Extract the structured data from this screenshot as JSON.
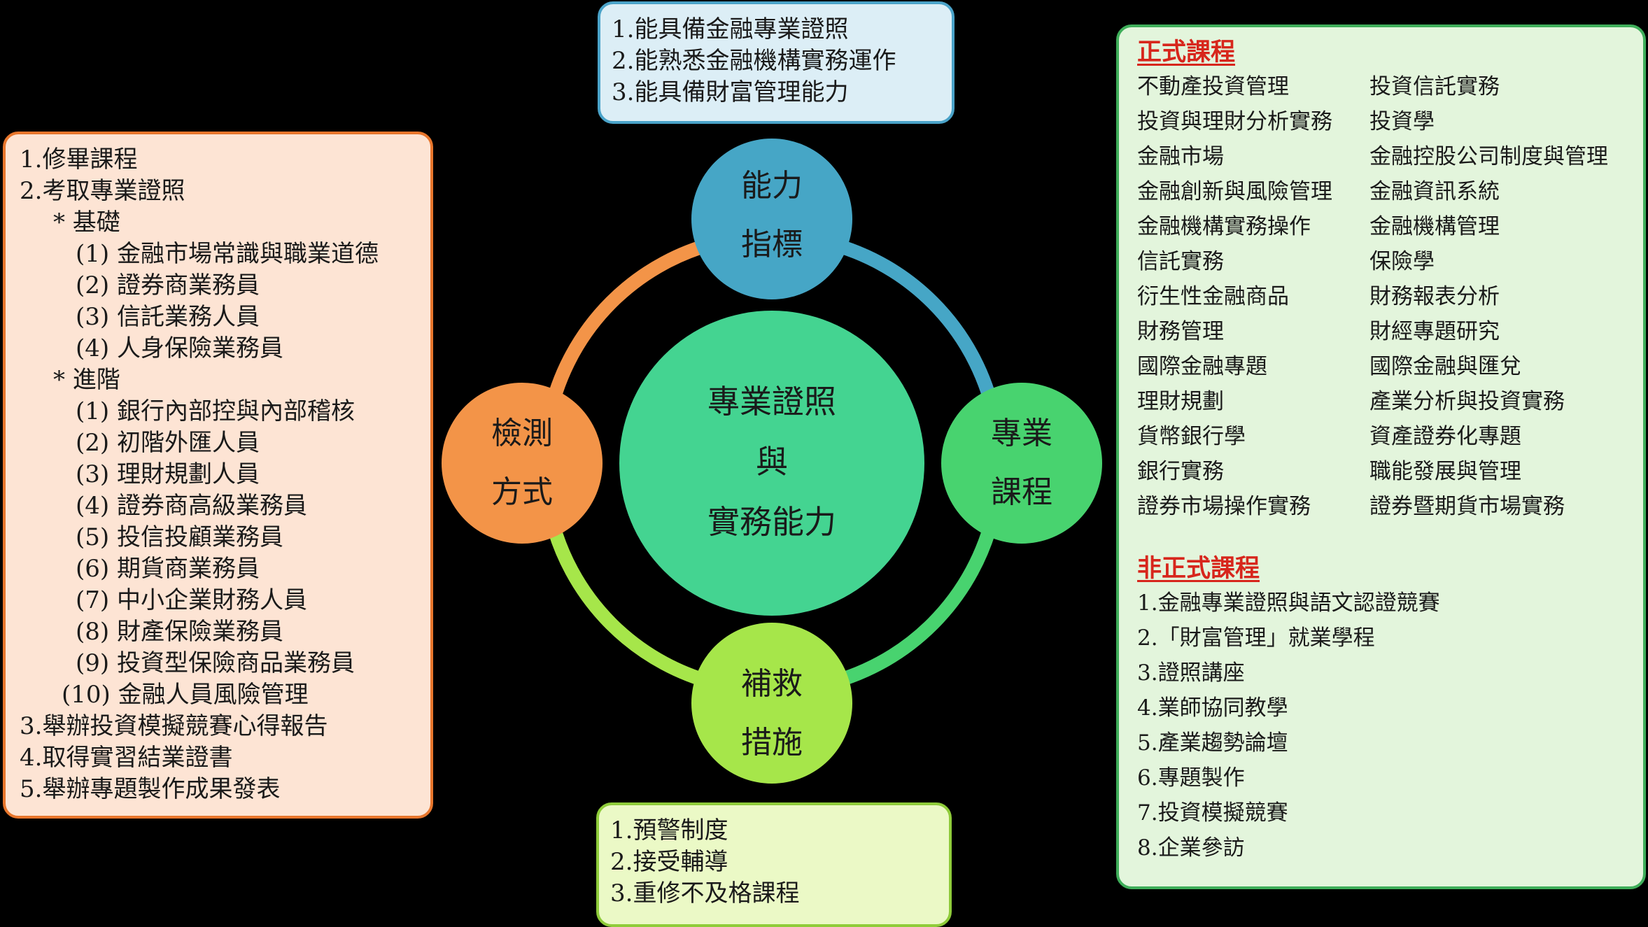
{
  "center": {
    "line1": "專業證照",
    "line2": "與",
    "line3": "實務能力"
  },
  "nodes": {
    "ability": {
      "line1": "能力",
      "line2": "指標"
    },
    "courses": {
      "line1": "專業",
      "line2": "課程"
    },
    "remedy": {
      "line1": "補救",
      "line2": "措施"
    },
    "assessment": {
      "line1": "檢測",
      "line2": "方式"
    }
  },
  "colors": {
    "ability": "#46a6c6",
    "courses": "#48d36f",
    "remedy": "#a6e64a",
    "assessment": "#f39448",
    "center": "#44d491"
  },
  "ability_box": {
    "items": [
      "1.能具備金融專業證照",
      "2.能熟悉金融機構實務運作",
      "3.能具備財富管理能力"
    ]
  },
  "assessment_box": {
    "lines": [
      "1.修畢課程",
      "2.考取專業證照",
      "* 基礎",
      "(1) 金融市場常識與職業道德",
      "(2) 證券商業務員",
      "(3) 信託業務人員",
      "(4) 人身保險業務員",
      "* 進階",
      "(1) 銀行內部控與內部稽核",
      "(2) 初階外匯人員",
      "(3) 理財規劃人員",
      "(4) 證券商高級業務員",
      "(5) 投信投顧業務員",
      "(6) 期貨商業務員",
      "(7) 中小企業財務人員",
      "(8) 財產保險業務員",
      "(9) 投資型保險商品業務員",
      "(10) 金融人員風險管理",
      "3.舉辦投資模擬競賽心得報告",
      "4.取得實習結業證書",
      "5.舉辦專題製作成果發表"
    ]
  },
  "remedy_box": {
    "items": [
      "1.預警制度",
      "2.接受輔導",
      "3.重修不及格課程"
    ]
  },
  "courses_box": {
    "formal_title": "正式課程",
    "formal": [
      [
        "不動產投資管理",
        "投資信託實務"
      ],
      [
        "投資與理財分析實務",
        "投資學"
      ],
      [
        "金融市場",
        "金融控股公司制度與管理"
      ],
      [
        "金融創新與風險管理",
        "金融資訊系統"
      ],
      [
        "金融機構實務操作",
        "金融機構管理"
      ],
      [
        "信託實務",
        "保險學"
      ],
      [
        "衍生性金融商品",
        "財務報表分析"
      ],
      [
        "財務管理",
        "財經專題研究"
      ],
      [
        "國際金融專題",
        "國際金融與匯兌"
      ],
      [
        "理財規劃",
        "產業分析與投資實務"
      ],
      [
        "貨幣銀行學",
        "資產證券化專題"
      ],
      [
        "銀行實務",
        "職能發展與管理"
      ],
      [
        "證券市場操作實務",
        "證券暨期貨市場實務"
      ]
    ],
    "informal_title": "非正式課程",
    "informal": [
      "1.金融專業證照與語文認證競賽",
      "2.「財富管理」就業學程",
      "3.證照講座",
      "4.業師協同教學",
      "5.產業趨勢論壇",
      "6.專題製作",
      "7.投資模擬競賽",
      "8.企業參訪"
    ]
  }
}
